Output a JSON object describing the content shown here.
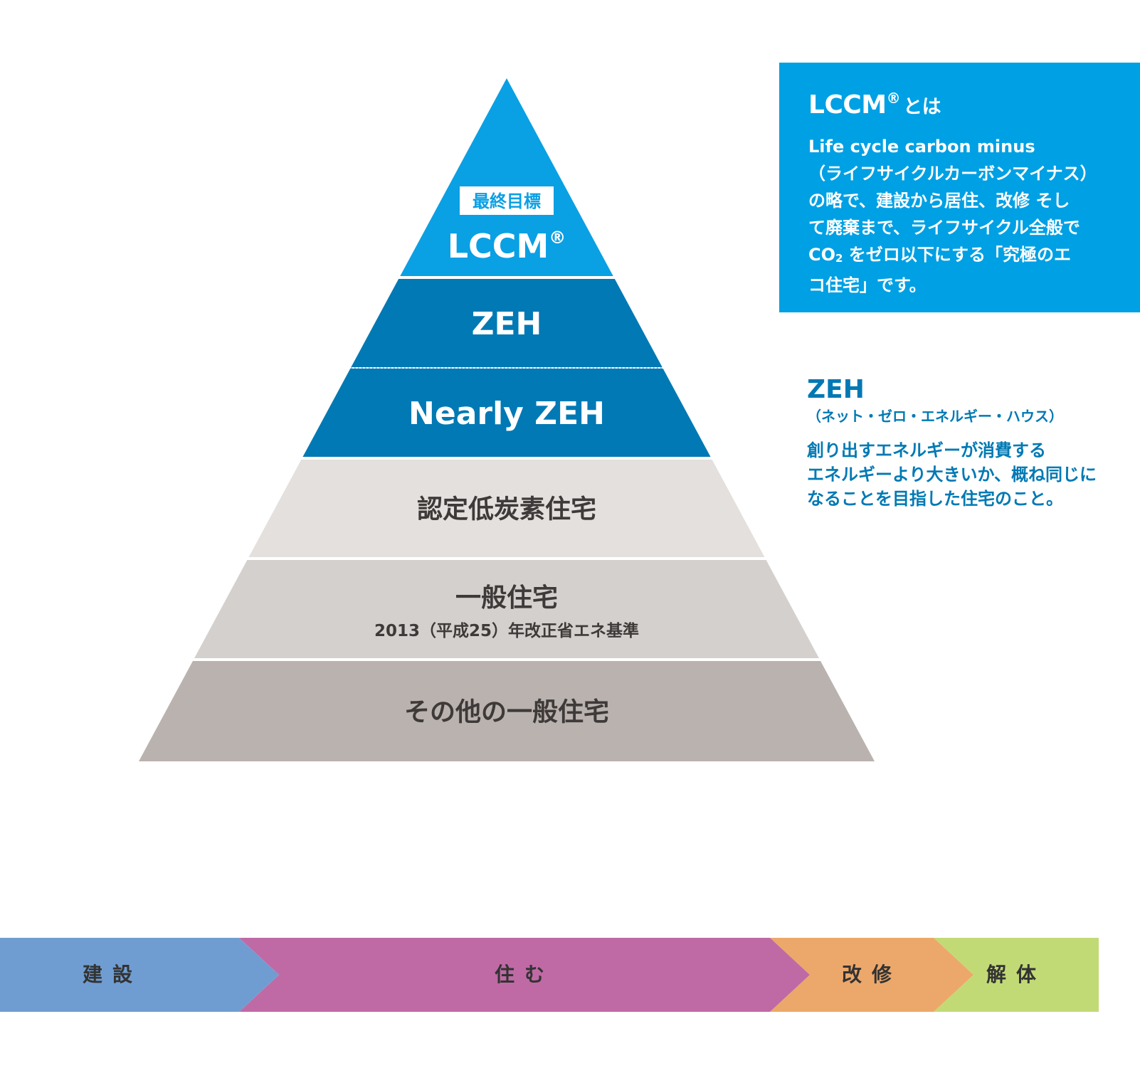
{
  "pyramid": {
    "tiers": [
      {
        "badge": "最終目標",
        "label": "LCCM",
        "label_sup": "®",
        "sublabel": "",
        "fill": "#0aa0e4",
        "text_color": "#ffffff"
      },
      {
        "badge": "",
        "label": "ZEH",
        "label_sup": "",
        "sublabel": "",
        "fill": "#0079b4",
        "text_color": "#ffffff"
      },
      {
        "badge": "",
        "label": "Nearly ZEH",
        "label_sup": "",
        "sublabel": "",
        "fill": "#0079b4",
        "text_color": "#ffffff"
      },
      {
        "badge": "",
        "label": "認定低炭素住宅",
        "label_sup": "",
        "sublabel": "",
        "fill": "#e3e0dd",
        "text_color": "#3e3a39"
      },
      {
        "badge": "",
        "label": "一般住宅",
        "label_sup": "",
        "sublabel": "2013（平成25）年改正省エネ基準",
        "fill": "#d4d0cd",
        "text_color": "#3e3a39"
      },
      {
        "badge": "",
        "label": "その他の一般住宅",
        "label_sup": "",
        "sublabel": "",
        "fill": "#bab2af",
        "text_color": "#3e3a39"
      }
    ]
  },
  "lccm_info": {
    "title": "LCCM",
    "title_sup": "®",
    "title_suffix": "とは",
    "lines": [
      "Life cycle carbon minus",
      "（ライフサイクルカーボンマイナス）",
      "の略で、建設から居住、改修 そし",
      "て廃棄まで、ライフサイクル全般で"
    ],
    "line5_before": "CO",
    "line5_sub": "2",
    "line5_after": " をゼロ以下にする「究極のエ",
    "line6": "コ住宅」です。",
    "bg_color": "#00a0e4"
  },
  "zeh_info": {
    "title": "ZEH",
    "reading": "（ネット・ゼロ・エネルギー・ハウス）",
    "lines": [
      "創り出すエネルギーが消費する",
      "エネルギーより大きいか、概ね同じに",
      "なることを目指した住宅のこと。"
    ],
    "color": "#0079b4"
  },
  "lifecycle": {
    "stages": [
      {
        "label": "建設",
        "color": "#709dd1"
      },
      {
        "label": "住む",
        "color": "#bf6aa5"
      },
      {
        "label": "改修",
        "color": "#eca86a"
      },
      {
        "label": "解体",
        "color": "#c2da76"
      }
    ]
  }
}
